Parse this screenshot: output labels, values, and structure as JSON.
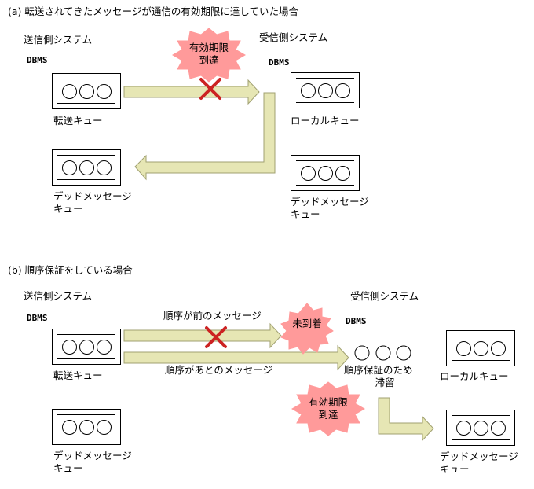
{
  "section_a": {
    "title": "(a) 転送されてきたメッセージが通信の有効期限に達していた場合",
    "sender_system": "送信側システム",
    "receiver_system": "受信側システム",
    "dbms": "DBMS",
    "transfer_queue": "転送キュー",
    "local_queue": "ローカルキュー",
    "dead_letter_queue_line1": "デッドメッセージ",
    "dead_letter_queue_line2": "キュー",
    "burst_line1": "有効期限",
    "burst_line2": "到達"
  },
  "section_b": {
    "title": "(b) 順序保証をしている場合",
    "sender_system": "送信側システム",
    "receiver_system": "受信側システム",
    "dbms": "DBMS",
    "transfer_queue": "転送キュー",
    "local_queue": "ローカルキュー",
    "dead_letter_queue_line1": "デッドメッセージ",
    "dead_letter_queue_line2": "キュー",
    "earlier_message": "順序が前のメッセージ",
    "later_message": "順序があとのメッセージ",
    "not_arrived": "未到着",
    "stall_line1": "順序保証のため",
    "stall_line2": "滞留",
    "burst_line1": "有効期限",
    "burst_line2": "到達"
  },
  "colors": {
    "arrow_fill": "#e6e6b4",
    "arrow_stroke": "#a0a070",
    "burst_fill": "#ff9a9a",
    "cross": "#cc2222"
  }
}
